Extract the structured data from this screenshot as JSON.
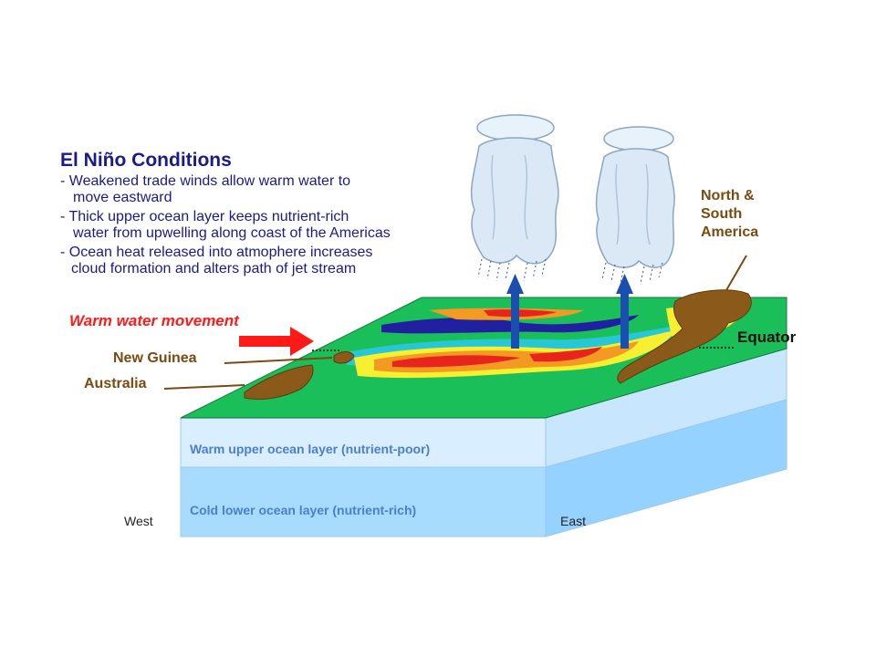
{
  "title": "El Niño Conditions",
  "bullets": [
    "- Weakened trade winds allow warm water to",
    "move eastward",
    "- Thick upper ocean layer keeps nutrient-rich",
    "water from upwelling along coast of the Americas",
    "- Ocean heat released into atmophere increases",
    "cloud formation and alters path of jet stream"
  ],
  "labels": {
    "warm_water": "Warm water movement",
    "new_guinea": "New Guinea",
    "australia": "Australia",
    "americas_line1": "North &",
    "americas_line2": "South",
    "americas_line3": "America",
    "equator": "Equator",
    "warm_layer": "Warm upper ocean layer (nutrient-poor)",
    "cold_layer": "Cold lower ocean layer (nutrient-rich)",
    "west": "West",
    "east": "East"
  },
  "colors": {
    "title_text": "#1a1a8c",
    "warm_arrow": "#ff1a1a",
    "land": "#8b5a1a",
    "ocean_surface": "#1bbf5a",
    "warm_layer": "#d9efff",
    "cold_layer": "#a8dcff",
    "updraft_arrow": "#1a4fb0"
  }
}
